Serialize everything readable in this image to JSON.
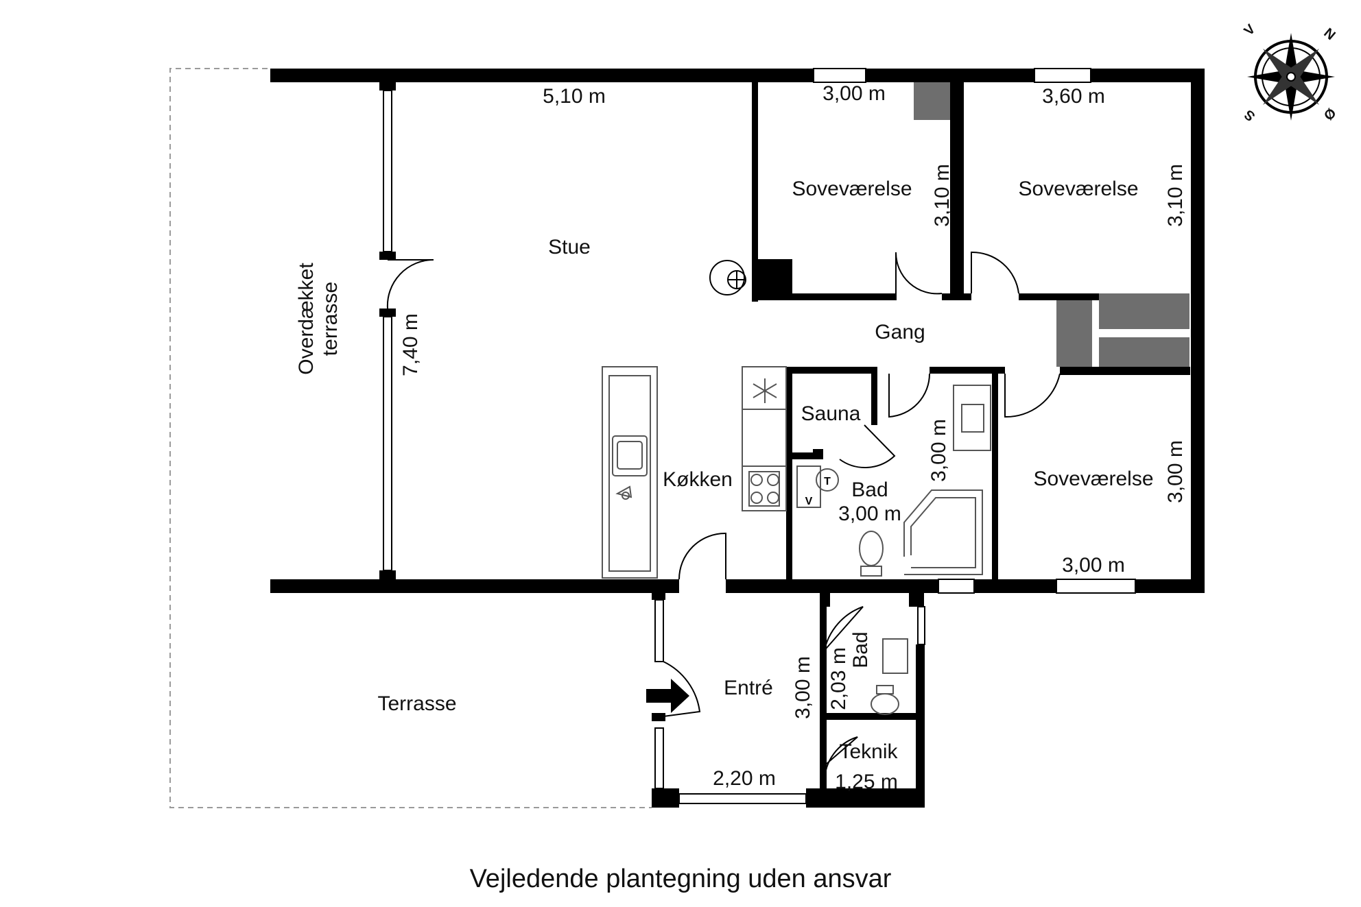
{
  "rooms": {
    "stue": "Stue",
    "overdaekket_line1": "Overdækket",
    "overdaekket_line2": "terrasse",
    "sov1": "Soveværelse",
    "sov2": "Soveværelse",
    "sov3": "Soveværelse",
    "gang": "Gang",
    "sauna": "Sauna",
    "bad1": "Bad",
    "bad2": "Bad",
    "koekken": "Køkken",
    "entre": "Entré",
    "teknik": "Teknik",
    "terrasse": "Terrasse"
  },
  "dimensions": {
    "stue_width": "5,10 m",
    "stue_height": "7,40 m",
    "sov1_width": "3,00 m",
    "sov1_height": "3,10 m",
    "sov2_width": "3,60 m",
    "sov2_height": "3,10 m",
    "sov3_width": "3,00 m",
    "sov3_height": "3,00 m",
    "bad1_width": "3,00 m",
    "bad1_height": "3,00 m",
    "entre_height": "3,00 m",
    "entre_width": "2,20 m",
    "bad2_height": "2,03 m",
    "teknik_width": "1,25 m"
  },
  "compass": {
    "n": "N",
    "v": "V",
    "s": "S",
    "o": "Ø"
  },
  "fixtures": {
    "t": "T",
    "v": "V"
  },
  "caption": "Vejledende plantegning uden ansvar"
}
